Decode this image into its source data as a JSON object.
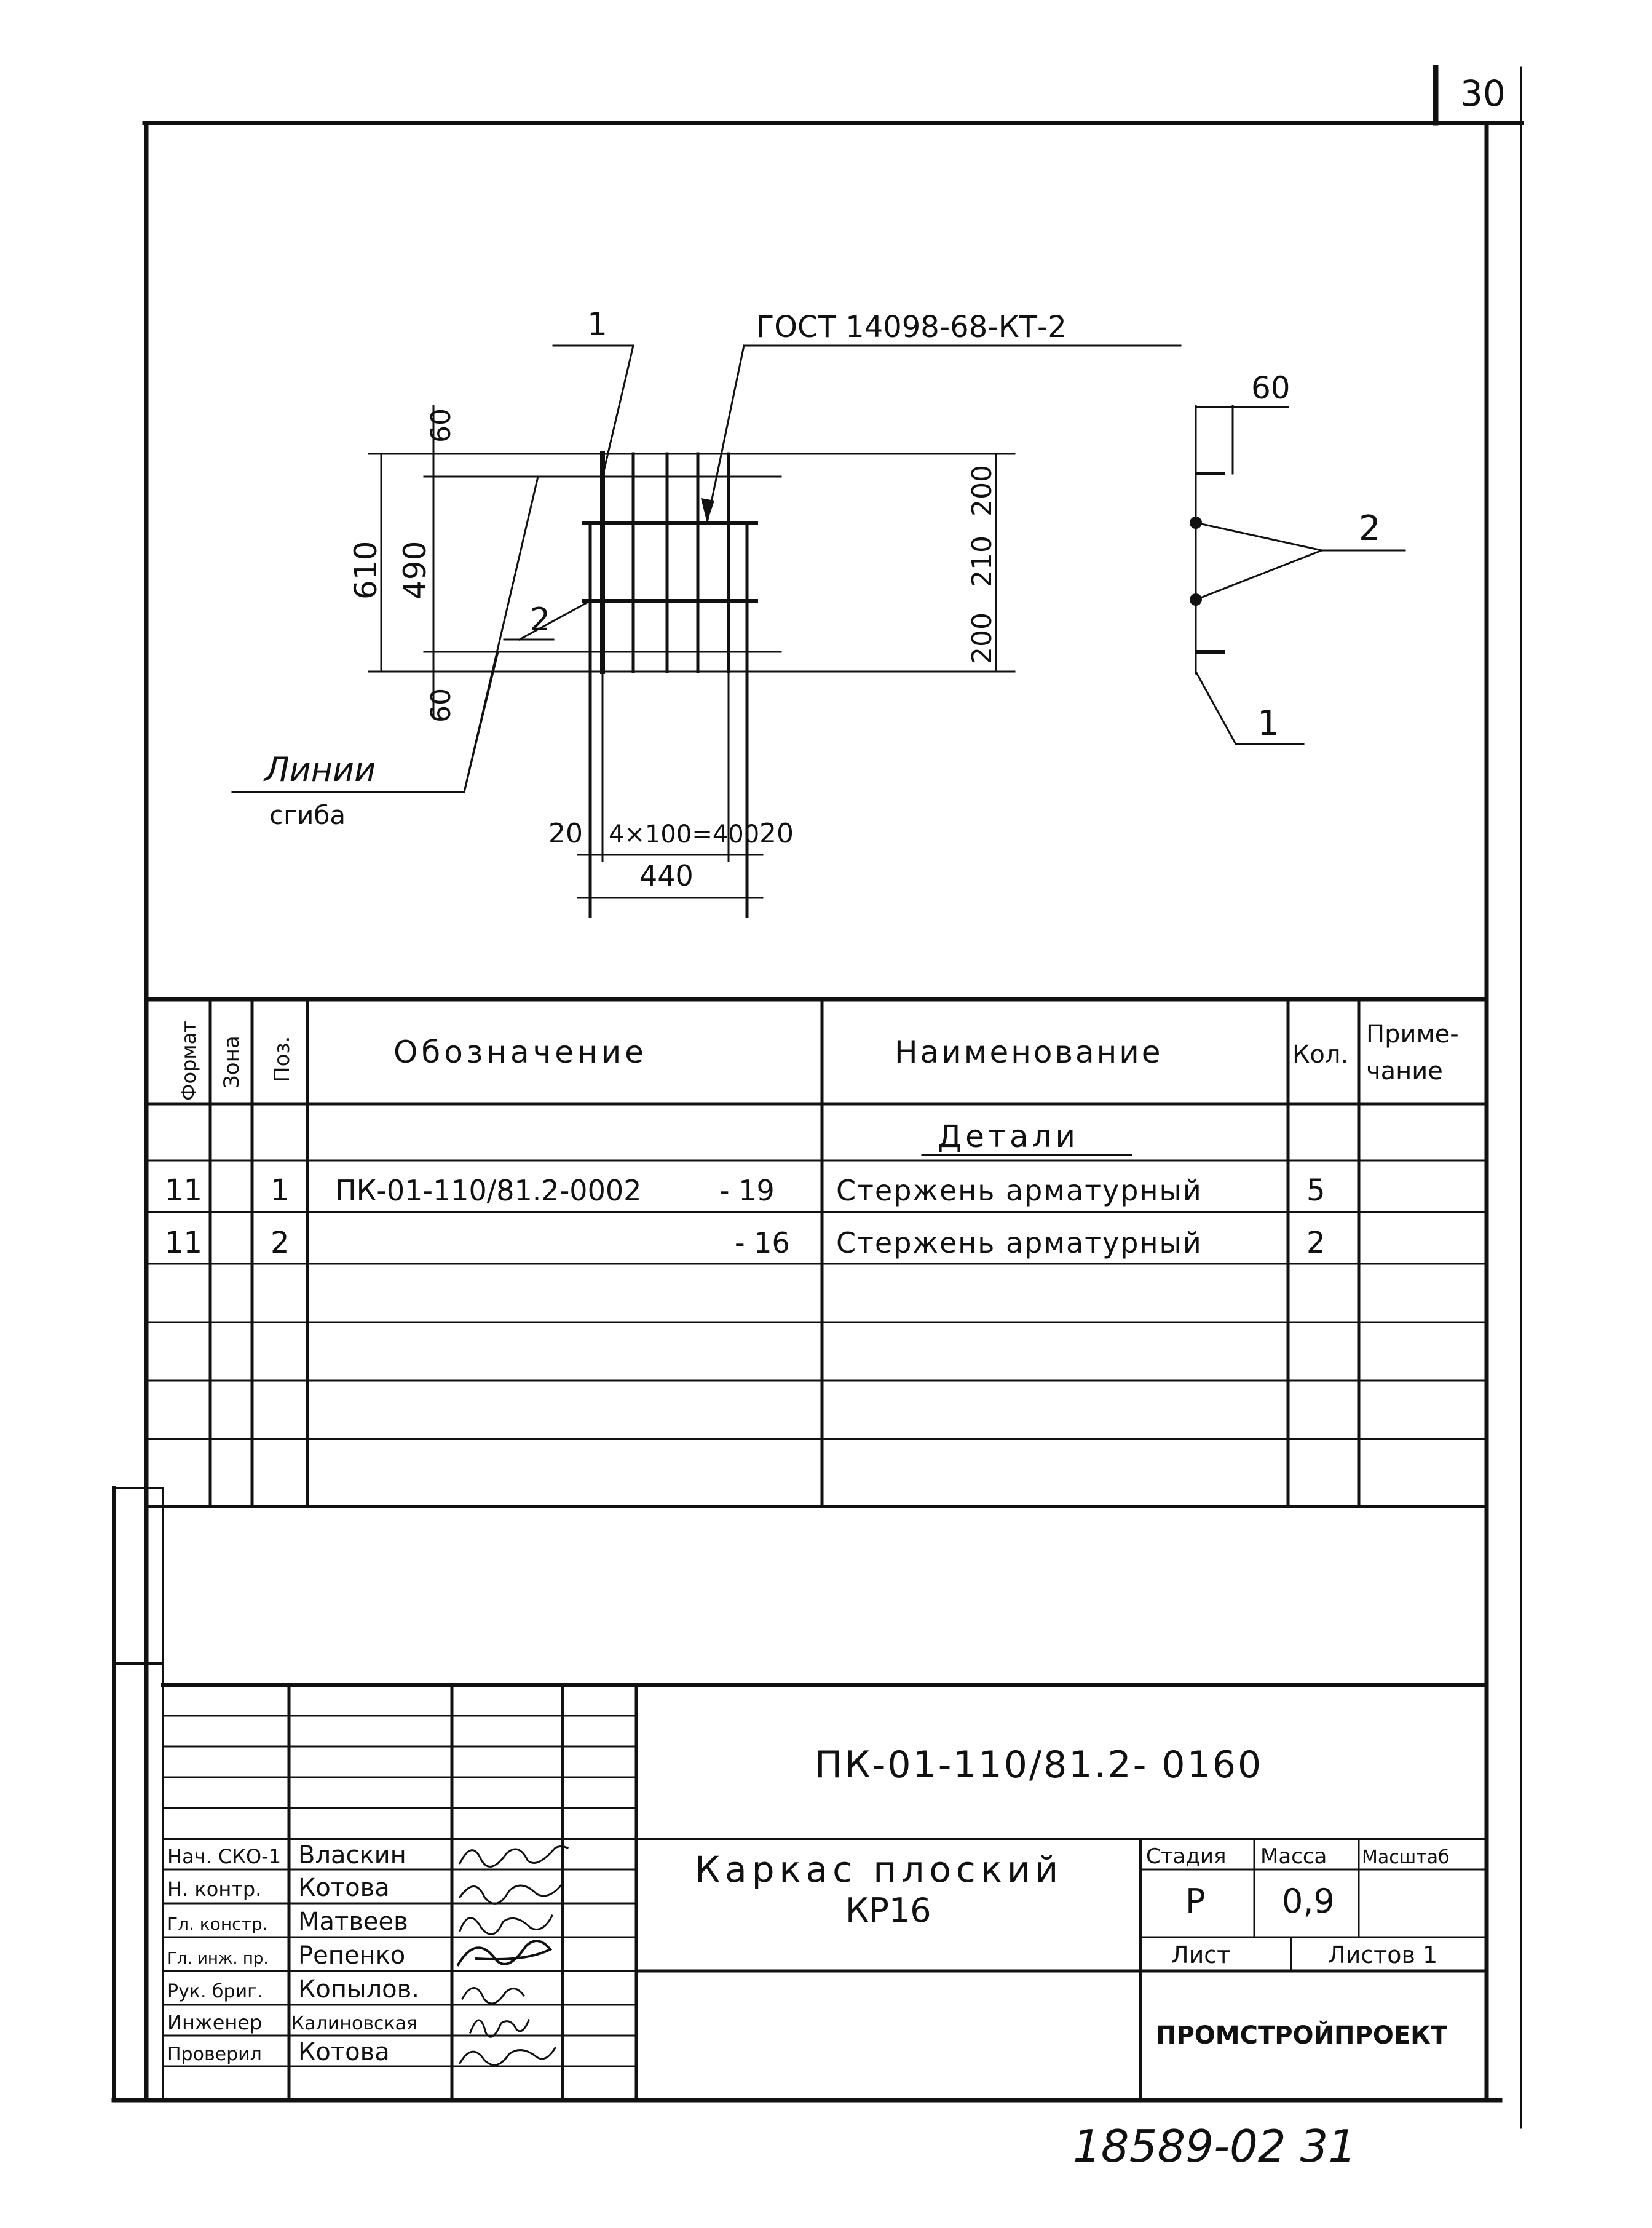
{
  "sheet_number": "30",
  "drawing": {
    "leader_1_top": "1",
    "gost_label": "ГОСТ 14098-68-КТ-2",
    "dim_60_top": "60",
    "dim_490": "490",
    "dim_610": "610",
    "dim_60_bottom": "60",
    "leader_2_left": "2",
    "bend_lines_label_1": "Линии",
    "bend_lines_label_2": "сгиба",
    "dim_20_left": "20",
    "dim_spacing": "4×100=400",
    "dim_20_right": "20",
    "dim_440": "440",
    "dim_200_top": "200",
    "dim_210": "210",
    "dim_200_bottom": "200",
    "dim_60_side": "60",
    "leader_2_right": "2",
    "leader_1_right": "1"
  },
  "spec_table": {
    "headers": {
      "format": "Формат",
      "zone": "Зона",
      "pos": "Поз.",
      "designation": "Обозначение",
      "name": "Наименование",
      "qty": "Кол.",
      "note_1": "Приме-",
      "note_2": "чание"
    },
    "section_title": "Детали",
    "rows": [
      {
        "format": "11",
        "pos": "1",
        "designation": "ПК-01-110/81.2-0002",
        "suffix": "- 19",
        "name": "Стержень арматурный",
        "qty": "5"
      },
      {
        "format": "11",
        "pos": "2",
        "designation": "",
        "suffix": "- 16",
        "name": "Стержень арматурный",
        "qty": "2"
      }
    ]
  },
  "title_block": {
    "document_code": "ПК-01-110/81.2- 0160",
    "title_line_1": "Каркас плоский",
    "title_line_2": "КР16",
    "stage_header": "Стадия",
    "mass_header": "Масса",
    "scale_header": "Масштаб",
    "stage_value": "Р",
    "mass_value": "0,9",
    "sheet_label": "Лист",
    "sheets_label": "Листов 1",
    "organization": "ПРОМСТРОЙПРОЕКТ",
    "signatories": [
      {
        "role": "Нач. СКО-1",
        "name": "Власкин"
      },
      {
        "role": "Н. контр.",
        "name": "Котова"
      },
      {
        "role": "Гл. констр.",
        "name": "Матвеев"
      },
      {
        "role": "Гл. инж. пр.",
        "name": "Репенко"
      },
      {
        "role": "Рук. бриг.",
        "name": "Копылов."
      },
      {
        "role": "Инженер",
        "name": "Калиновская"
      },
      {
        "role": "Проверил",
        "name": "Котова"
      }
    ]
  },
  "archive_number": "18589-02 31"
}
